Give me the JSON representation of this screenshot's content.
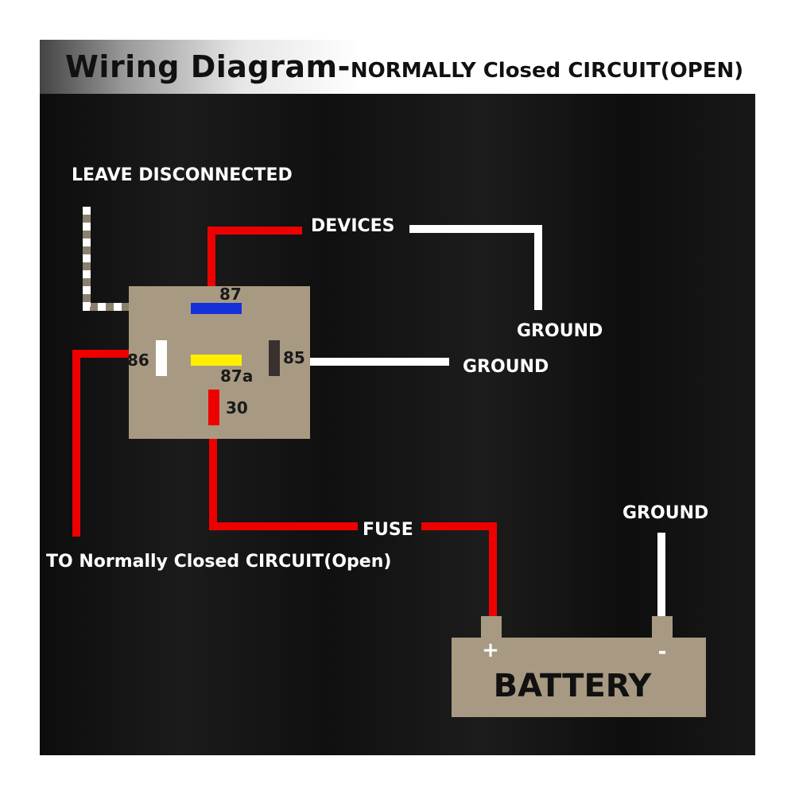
{
  "title": {
    "main": "Wiring Diagram-",
    "sub": "NORMALLY Closed CIRCUIT(OPEN)"
  },
  "labels": {
    "leave_disconnected": "LEAVE DISCONNECTED",
    "devices": "DEVICES",
    "ground_devices": "GROUND",
    "ground_85": "GROUND",
    "ground_battery": "GROUND",
    "fuse": "FUSE",
    "to_circuit": "TO Normally Closed CIRCUIT(Open)"
  },
  "relay": {
    "pins": {
      "p87": "87",
      "p86": "86",
      "p85": "85",
      "p87a": "87a",
      "p30": "30"
    }
  },
  "battery": {
    "label": "BATTERY",
    "positive": "+",
    "negative": "-"
  },
  "colors": {
    "background": "#141414",
    "relay_body": "#a89a82",
    "battery_body": "#a89a82",
    "wire_red": "#ee0000",
    "wire_white": "#ffffff",
    "pin_87_blue": "#1530d8",
    "pin_87a_yellow": "#ffee00",
    "pin_85_dark": "#3a3030",
    "pin_86_white": "#ffffff",
    "dotted_wire_gray": "#8a8070"
  }
}
